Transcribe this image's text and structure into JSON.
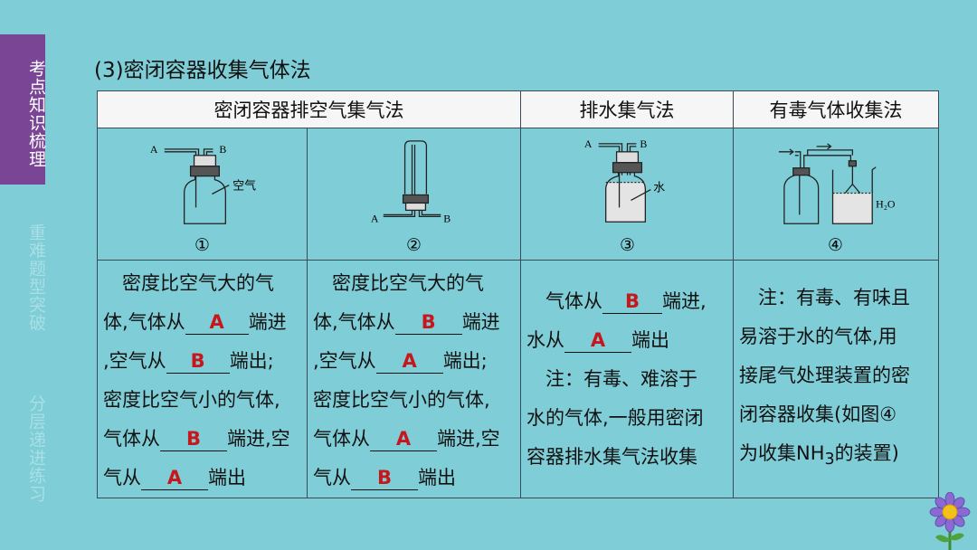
{
  "sidebar": {
    "active": "考点知识梳理",
    "items": [
      "重难题型突破",
      "分层递进练习"
    ]
  },
  "title": "(3)密闭容器收集气体法",
  "table": {
    "headers": [
      "密闭容器排空气集气法",
      "排水集气法",
      "有毒气体收集法"
    ],
    "figure_labels": [
      "①",
      "②",
      "③",
      "④"
    ],
    "diagram_text": {
      "A": "A",
      "B": "B",
      "air": "空气",
      "water": "水",
      "h2o": "H₂O"
    },
    "cell1": {
      "l1": "密度比空气大的气",
      "l2a": "体,气体从",
      "a1": "A",
      "l2b": "端进",
      "l3a": ",空气从",
      "a2": "B",
      "l3b": "端出;",
      "l4": "密度比空气小的气体,",
      "l5a": "气体从",
      "a3": "B",
      "l5b": "端进,空",
      "l6a": "气从",
      "a4": "A",
      "l6b": "端出"
    },
    "cell2": {
      "l1": "密度比空气大的气",
      "l2a": "体,气体从",
      "a1": "B",
      "l2b": "端进",
      "l3a": ",空气从",
      "a2": "A",
      "l3b": "端出;",
      "l4": "密度比空气小的气体,",
      "l5a": "气体从",
      "a3": "A",
      "l5b": "端进,空",
      "l6a": "气从",
      "a4": "B",
      "l6b": "端出"
    },
    "cell3": {
      "l1a": "气体从",
      "a1": "B",
      "l1b": "端进,",
      "l2a": "水从",
      "a2": "A",
      "l2b": "端出",
      "l3": "注：有毒、难溶于",
      "l4": "水的气体,一般用密闭",
      "l5": "容器排水集气法收集"
    },
    "cell4": {
      "l1": "注：有毒、有味且",
      "l2": "易溶于水的气体,用",
      "l3": "接尾气处理装置的密",
      "l4": "闭容器收集(如图④",
      "l5a": "为收集NH",
      "l5sub": "3",
      "l5b": "的装置)"
    }
  },
  "colors": {
    "background": "#7fced7",
    "sidebar_active": "#7a4595",
    "answer": "#c8161d"
  }
}
